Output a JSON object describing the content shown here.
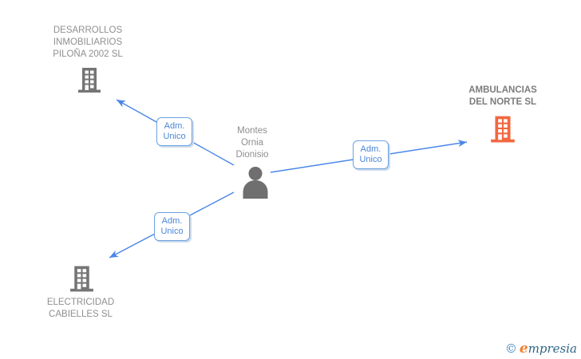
{
  "diagram": {
    "person": {
      "full_name": "Montes Ornia Dionisio",
      "name_lines": [
        "Montes",
        "Ornia",
        "Dionisio"
      ]
    },
    "companies": [
      {
        "name": "DESARROLLOS INMOBILIARIOS PILOÑA 2002 SL",
        "lines": [
          "DESARROLLOS",
          "INMOBILIARIOS",
          "PILOÑA 2002 SL"
        ],
        "emphasis": false
      },
      {
        "name": "AMBULANCIAS DEL NORTE SL",
        "lines": [
          "AMBULANCIAS",
          "DEL NORTE SL"
        ],
        "emphasis": true
      },
      {
        "name": "ELECTRICIDAD CABIELLES SL",
        "lines": [
          "ELECTRICIDAD",
          "CABIELLES SL"
        ],
        "emphasis": false
      }
    ],
    "relationships": [
      {
        "label": "Adm. Unico",
        "from": "Montes Ornia Dionisio",
        "to": "DESARROLLOS INMOBILIARIOS PILOÑA 2002 SL"
      },
      {
        "label": "Adm. Unico",
        "from": "Montes Ornia Dionisio",
        "to": "AMBULANCIAS DEL NORTE SL"
      },
      {
        "label": "Adm. Unico",
        "from": "Montes Ornia Dionisio",
        "to": "ELECTRICIDAD CABIELLES SL"
      }
    ]
  },
  "footer": {
    "copyright_symbol": "©",
    "brand_first_letter": "e",
    "brand_rest": "mpresia"
  },
  "colors": {
    "edge_blue": "#4a86e8",
    "box_border_blue": "#6ca2e0",
    "box_text_blue": "#4a86d8",
    "label_gray": "#8f8f8f",
    "company_bold_gray": "#7c7c7c",
    "icon_gray": "#757575",
    "icon_orange": "#f2683f",
    "logo_copyright_blue": "#3a85c0",
    "logo_orange": "#f08030",
    "logo_dark_blue": "#2e6584"
  }
}
